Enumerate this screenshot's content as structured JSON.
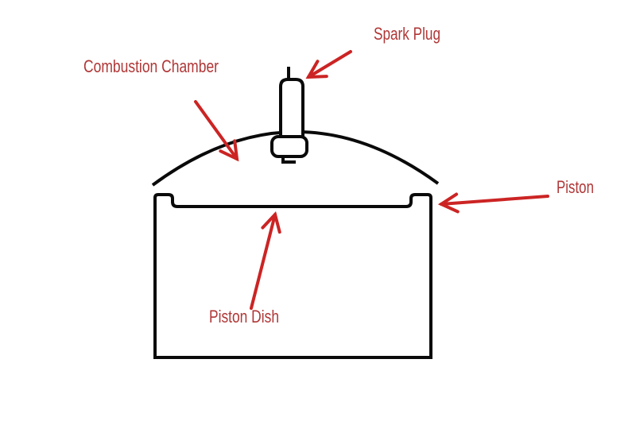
{
  "diagram": {
    "labels": {
      "spark_plug": "Spark Plug",
      "combustion_chamber": "Combustion Chamber",
      "piston": "Piston",
      "piston_dish": "Piston Dish"
    },
    "colors": {
      "background": "#ffffff",
      "outline": "#0a0a0a",
      "label_text": "#b03636",
      "arrow": "#cc2424"
    }
  }
}
